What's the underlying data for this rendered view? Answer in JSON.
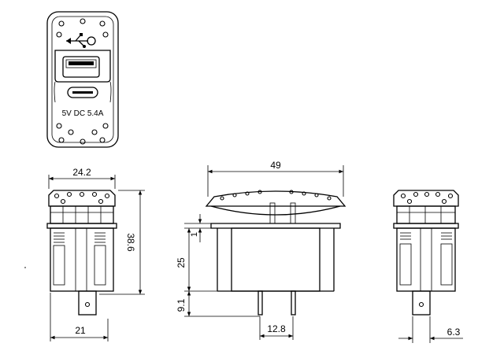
{
  "front_view": {
    "rating_label": "5V DC 5.4A",
    "usb_symbol": "usb-symbol-icon"
  },
  "dimensions": {
    "top_width": "24.2",
    "height": "38.6",
    "bottom_width": "21",
    "overall_width": "49",
    "body_depth": "25",
    "flange_thickness": "1",
    "terminal_length": "9.1",
    "terminal_spacing": "12.8",
    "terminal_width": "6.3"
  }
}
